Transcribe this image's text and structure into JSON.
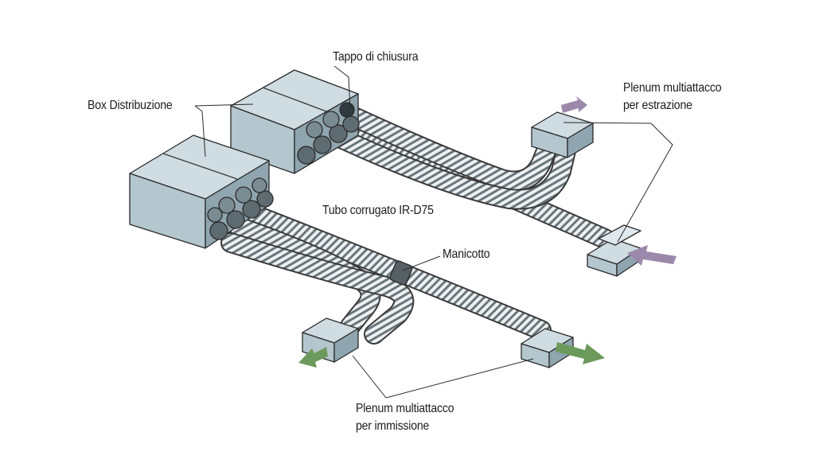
{
  "labels": {
    "box": "Box Distribuzione",
    "tappo": "Tappo di chiusura",
    "plenum_estrazione": [
      "Plenum multiattacco",
      "per estrazione"
    ],
    "tubo": "Tubo corrugato IR-D75",
    "manicotto": "Manicotto",
    "plenum_immissione": [
      "Plenum multiattacco",
      "per immissione"
    ]
  },
  "colors": {
    "box_top": "#cfdce2",
    "box_front": "#b4c6ce",
    "box_side": "#8fa5b0",
    "hose_stripe_dark": "#5f6a70",
    "hose_stripe_light": "#f1f3f4",
    "arrow_extract": "#9b88aa",
    "arrow_supply": "#6c9a5c",
    "outline": "#2a2a2a"
  }
}
